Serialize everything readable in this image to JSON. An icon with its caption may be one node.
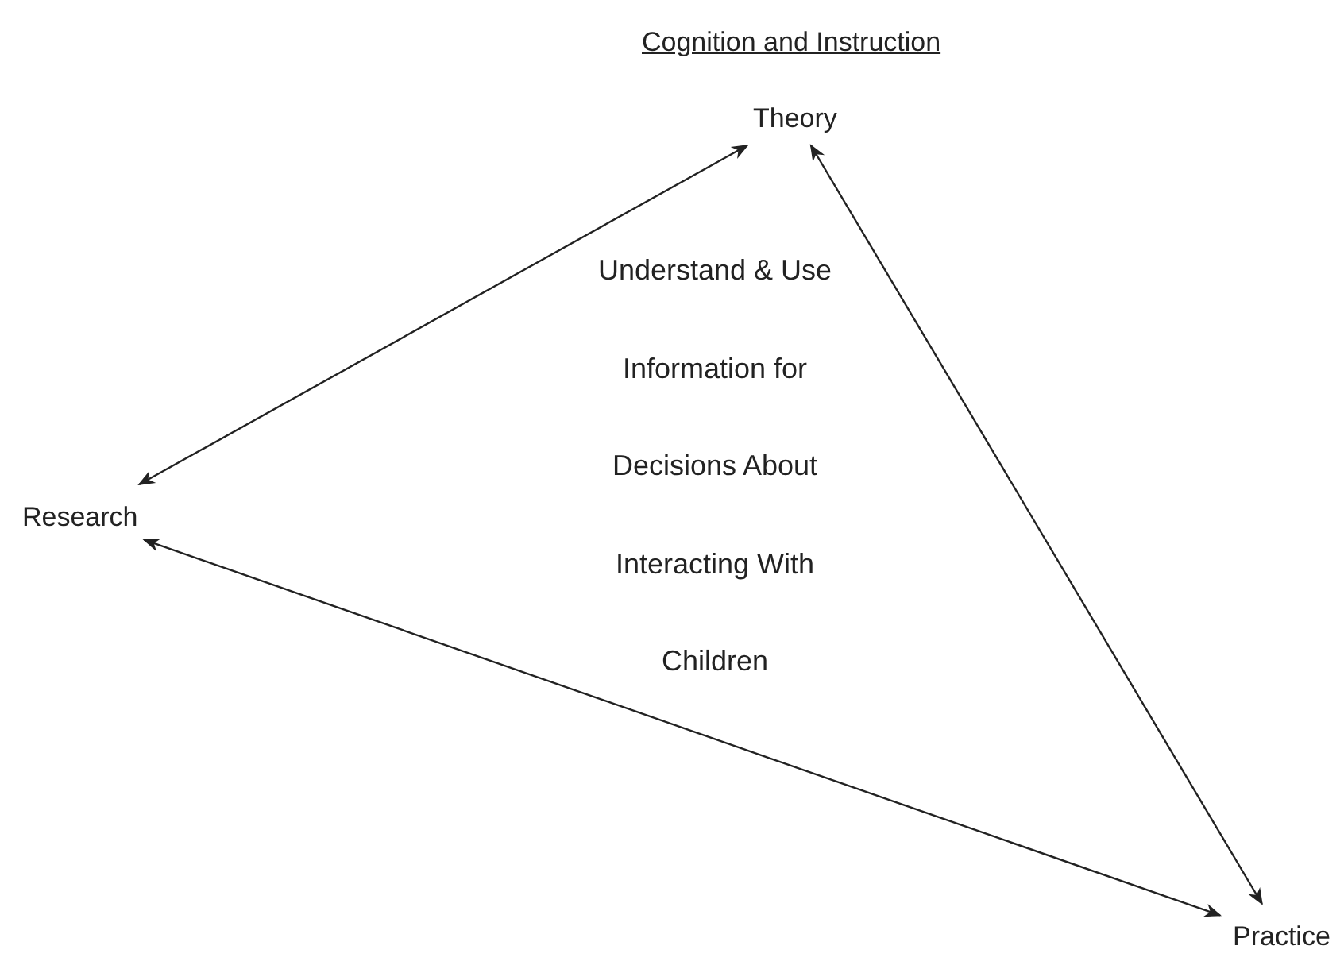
{
  "diagram": {
    "title": "Cognition and Instruction",
    "nodes": [
      {
        "text": [
          "Theory"
        ]
      },
      {
        "text": [
          "Research"
        ]
      },
      {
        "text": [
          "Practice"
        ]
      }
    ],
    "edges": [
      {
        "from": 0,
        "to": 1,
        "arrow": "both"
      },
      {
        "from": 0,
        "to": 2,
        "arrow": "both"
      },
      {
        "from": 1,
        "to": 2,
        "arrow": "both"
      }
    ],
    "labels": [
      "Understand & Use Information for Decisions About Interacting With Children"
    ]
  }
}
